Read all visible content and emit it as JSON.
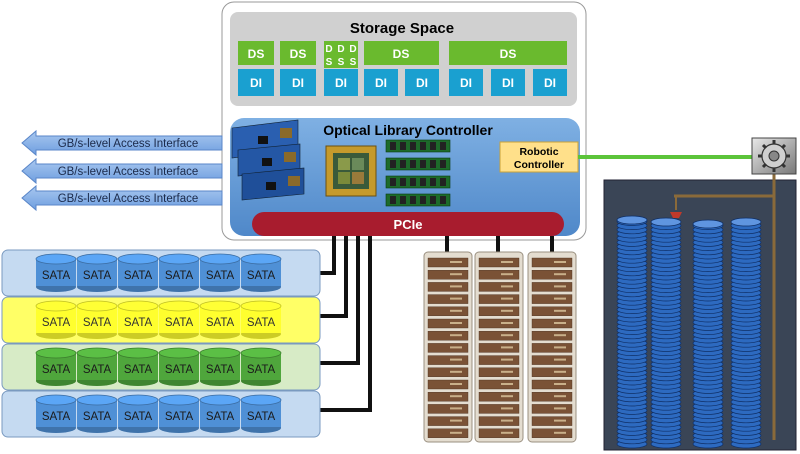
{
  "storage": {
    "title": "Storage Space",
    "ds_label": "DS",
    "di_label": "DI",
    "dds_letters": [
      "D",
      "D",
      "D",
      "S",
      "S",
      "S"
    ]
  },
  "controller": {
    "title": "Optical Library Controller",
    "pcie_label": "PCIe",
    "robotic_label_line1": "Robotic",
    "robotic_label_line2": "Controller"
  },
  "interfaces": {
    "label": "GB/s-level Access Interface",
    "count": 3
  },
  "sata": {
    "disk_label": "SATA",
    "rows": [
      {
        "fill": "#4f90d6",
        "band": "#c5daf1"
      },
      {
        "fill": "#ffff2e",
        "band": "#ffff66"
      },
      {
        "fill": "#4fa63c",
        "band": "#d7ebc6"
      },
      {
        "fill": "#4f90d6",
        "band": "#c5daf1"
      }
    ]
  },
  "colors": {
    "ds_green": "#6aba2e",
    "di_blue": "#1aa0d0",
    "controller_blue": "#5b95d4",
    "pcie_red": "#a81c2e",
    "robot_line_green": "#5cc43a",
    "library_bg": "#3a4556",
    "disc_blue": "#2d6ac0"
  }
}
